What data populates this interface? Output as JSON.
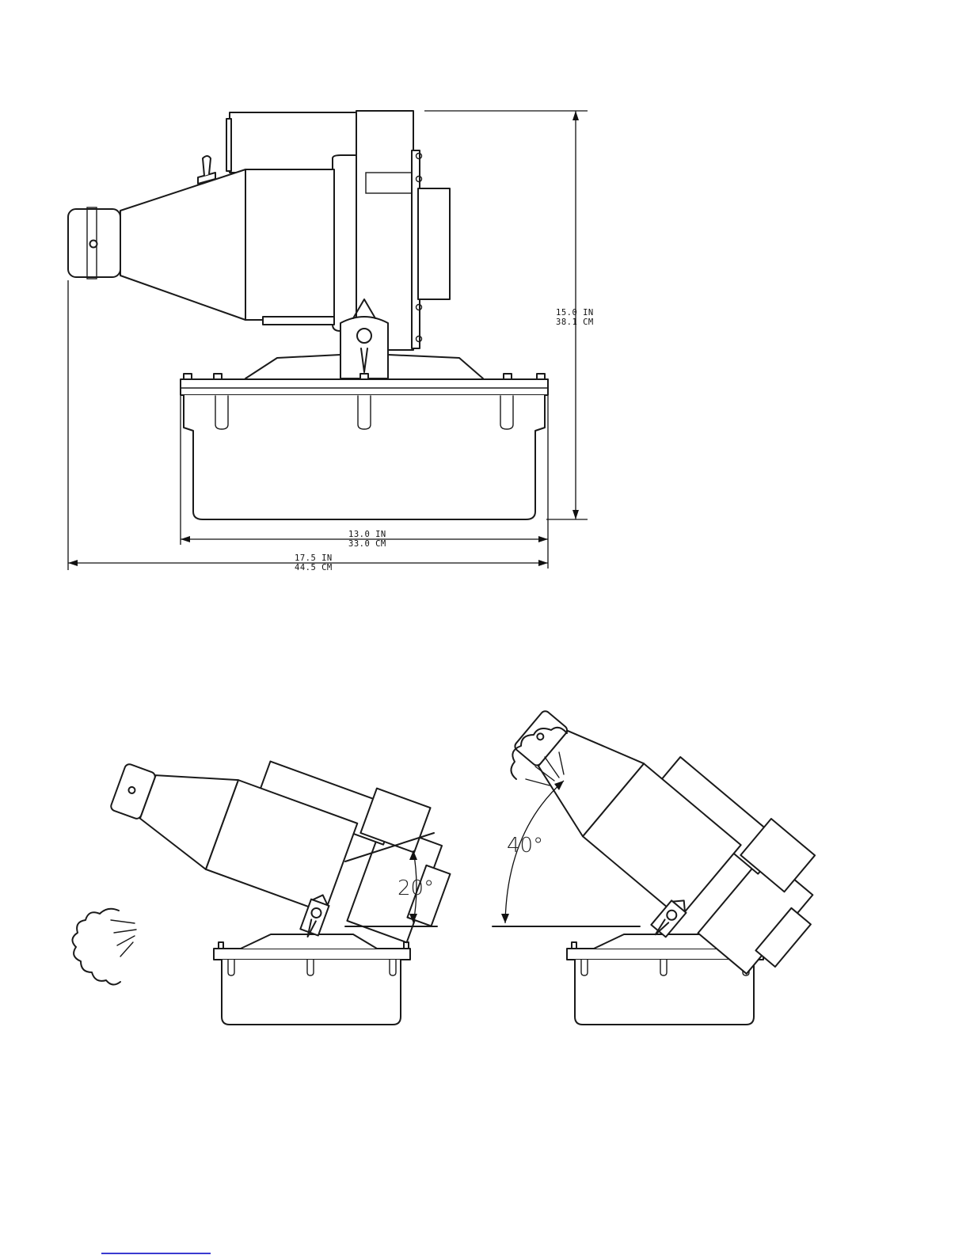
{
  "dimensions": {
    "height": {
      "inches": "15.0  IN",
      "cm": "38.1  CM"
    },
    "base_width": {
      "inches": "13.0  IN",
      "cm": "33.0  CM"
    },
    "overall_length": {
      "inches": "17.5  IN",
      "cm": "44.5  CM"
    }
  },
  "tilt_views": [
    {
      "angle_label": "20°"
    },
    {
      "angle_label": "40°"
    }
  ]
}
